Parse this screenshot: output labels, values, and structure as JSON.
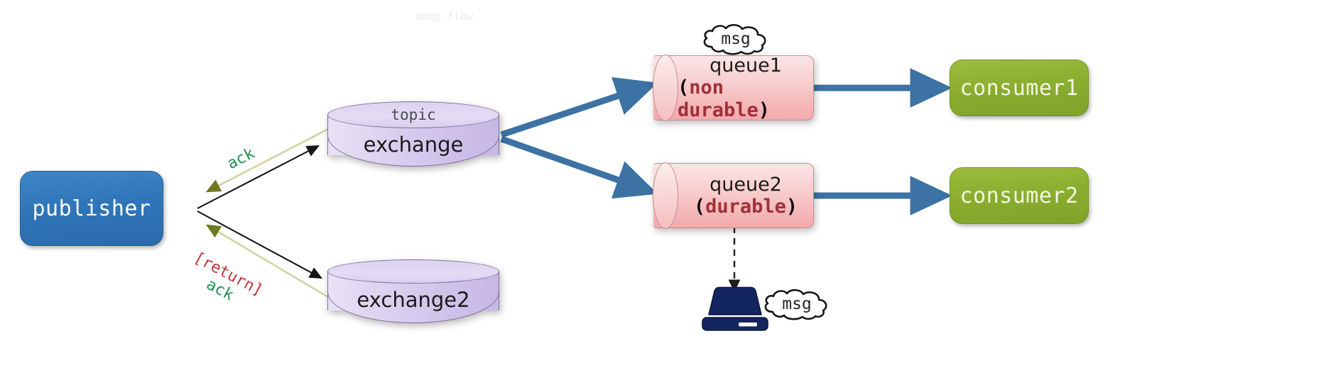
{
  "diagram": {
    "title_fragment": "amqp flow",
    "nodes": {
      "publisher": {
        "label": "publisher",
        "color": "#2f76b9",
        "kind": "rounded-box"
      },
      "exchange1": {
        "top_label": "topic",
        "label": "exchange",
        "color": "#cfc2ea",
        "kind": "cylinder"
      },
      "exchange2": {
        "top_label": "",
        "label": "exchange2",
        "color": "#cfc2ea",
        "kind": "cylinder"
      },
      "queue1": {
        "label": "queue1",
        "durability_open": "(",
        "durability": "non durable",
        "durability_close": ")",
        "color": "#f3a9ab",
        "kind": "cylinder"
      },
      "queue2": {
        "label": "queue2",
        "durability_open": "(",
        "durability": "durable",
        "durability_close": ")",
        "color": "#f3a9ab",
        "kind": "cylinder"
      },
      "consumer1": {
        "label": "consumer1",
        "color": "#8aad2f",
        "kind": "rounded-box"
      },
      "consumer2": {
        "label": "consumer2",
        "color": "#8aad2f",
        "kind": "rounded-box"
      },
      "disk": {
        "label": "disk-storage",
        "color": "#12255e",
        "kind": "icon"
      }
    },
    "clouds": [
      {
        "name": "msg-cloud-queue1",
        "label": "msg"
      },
      {
        "name": "msg-cloud-disk",
        "label": "msg"
      }
    ],
    "edge_labels": {
      "ack_top": "ack",
      "return_bottom": "[return]",
      "ack_bottom": "ack"
    },
    "edges": [
      {
        "from": "publisher",
        "to": "exchange1",
        "style": "solid-black",
        "arrow": "to"
      },
      {
        "from": "exchange1",
        "to": "publisher",
        "style": "solid-olive",
        "arrow": "to",
        "label": "ack"
      },
      {
        "from": "publisher",
        "to": "exchange2",
        "style": "solid-black",
        "arrow": "to"
      },
      {
        "from": "exchange2",
        "to": "publisher",
        "style": "solid-olive",
        "arrow": "to",
        "label": "[return] ack"
      },
      {
        "from": "exchange1",
        "to": "queue1",
        "style": "thick-blue",
        "arrow": "to"
      },
      {
        "from": "exchange1",
        "to": "queue2",
        "style": "thick-blue",
        "arrow": "to"
      },
      {
        "from": "queue1",
        "to": "consumer1",
        "style": "thick-blue",
        "arrow": "to"
      },
      {
        "from": "queue2",
        "to": "consumer2",
        "style": "thick-blue",
        "arrow": "to"
      },
      {
        "from": "queue2",
        "to": "disk",
        "style": "dashed-black",
        "arrow": "to"
      }
    ],
    "colors": {
      "publisher_blue": "#2f76b9",
      "consumer_green": "#8aad2f",
      "exchange_purple": "#cfc2ea",
      "queue_pink": "#f3a9ab",
      "arrow_blue": "#3d72a4",
      "ack_green": "#1f9152",
      "return_red": "#c9343f",
      "olive_line": "#cfd09a",
      "disk_navy": "#12255e"
    }
  }
}
